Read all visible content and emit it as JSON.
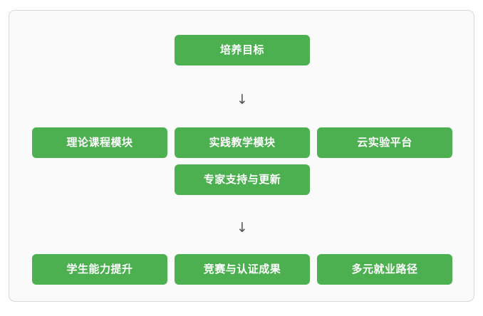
{
  "diagram": {
    "title_row": {
      "nodes": [
        {
          "label": "培养目标",
          "name": "node-training-objective"
        }
      ]
    },
    "arrow_1": {
      "glyph": "↓",
      "name": "arrow-down-1"
    },
    "modules_row": {
      "nodes": [
        {
          "label": "理论课程模块",
          "name": "node-theory-course-module"
        },
        {
          "label": "实践教学模块",
          "name": "node-practical-teaching-module"
        },
        {
          "label": "云实验平台",
          "name": "node-cloud-lab-platform"
        }
      ]
    },
    "support_row": {
      "nodes": [
        {
          "label": "专家支持与更新",
          "name": "node-expert-support-update"
        }
      ]
    },
    "arrow_2": {
      "glyph": "↓",
      "name": "arrow-down-2"
    },
    "outcome_row": {
      "nodes": [
        {
          "label": "学生能力提升",
          "name": "node-student-ability-improvement"
        },
        {
          "label": "竞赛与认证成果",
          "name": "node-competition-certification-results"
        },
        {
          "label": "多元就业路径",
          "name": "node-diverse-employment-paths"
        }
      ]
    }
  },
  "colors": {
    "node_fill": "#4caf50",
    "node_text": "#ffffff",
    "canvas_bg": "#fafafa",
    "canvas_border": "#d8d8d8",
    "arrow": "#555555"
  }
}
